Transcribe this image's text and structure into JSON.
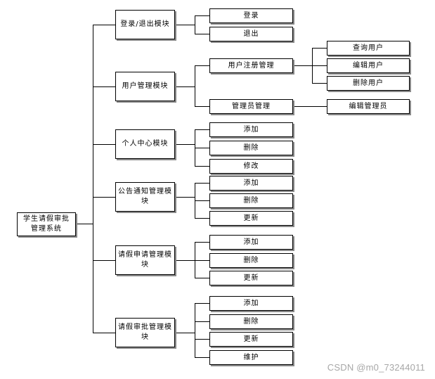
{
  "root": {
    "label": "学生请假审批管理系统"
  },
  "modules": [
    {
      "label": "登录/退出模块",
      "children": [
        {
          "label": "登录"
        },
        {
          "label": "退出"
        }
      ]
    },
    {
      "label": "用户管理模块",
      "children": [
        {
          "label": "用户注册管理",
          "children": [
            {
              "label": "查询用户"
            },
            {
              "label": "编辑用户"
            },
            {
              "label": "删除用户"
            }
          ]
        },
        {
          "label": "管理员管理",
          "children": [
            {
              "label": "编辑管理员"
            }
          ]
        }
      ]
    },
    {
      "label": "个人中心模块",
      "children": [
        {
          "label": "添加"
        },
        {
          "label": "删除"
        },
        {
          "label": "修改"
        }
      ]
    },
    {
      "label": "公告通知管理模块",
      "children": [
        {
          "label": "添加"
        },
        {
          "label": "删除"
        },
        {
          "label": "更新"
        }
      ]
    },
    {
      "label": "请假申请管理模块",
      "children": [
        {
          "label": "添加"
        },
        {
          "label": "删除"
        },
        {
          "label": "更新"
        }
      ]
    },
    {
      "label": "请假审批管理模块",
      "children": [
        {
          "label": "添加"
        },
        {
          "label": "删除"
        },
        {
          "label": "更新"
        },
        {
          "label": "维护"
        }
      ]
    }
  ],
  "watermark": "CSDN @m0_73244011"
}
